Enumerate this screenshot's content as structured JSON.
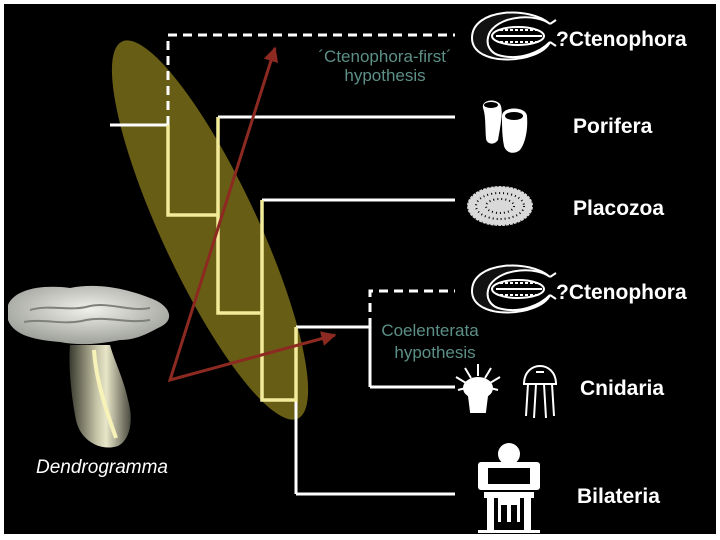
{
  "taxa": {
    "ctenophora_top": "?Ctenophora",
    "porifera": "Porifera",
    "placozoa": "Placozoa",
    "ctenophora_mid": "?Ctenophora",
    "cnidaria": "Cnidaria",
    "bilateria": "Bilateria"
  },
  "hypotheses": {
    "ctenophora_first": {
      "line1": "´Ctenophora-first´",
      "line2": "hypothesis"
    },
    "coelenterata": {
      "line1": "Coelenterata",
      "line2": "hypothesis"
    }
  },
  "specimen_label": "Dendrogramma",
  "colors": {
    "background": "#000000",
    "frame": "#ffffff",
    "tree_branch": "#ffffff",
    "highlight_branch": "#f2ec9a",
    "ellipse_fill": "#7a6d18",
    "arrow": "#8c2a22",
    "hypothesis_text": "#5c8f86",
    "taxon_text": "#ffffff"
  },
  "icons": {
    "ctenophora": "comb-jelly-icon",
    "porifera": "sponge-icon",
    "placozoa": "placozoan-icon",
    "cnidaria": "cnidarian-icon",
    "bilateria": "human-icon",
    "specimen": "mushroom-shaped-animal-photo"
  }
}
